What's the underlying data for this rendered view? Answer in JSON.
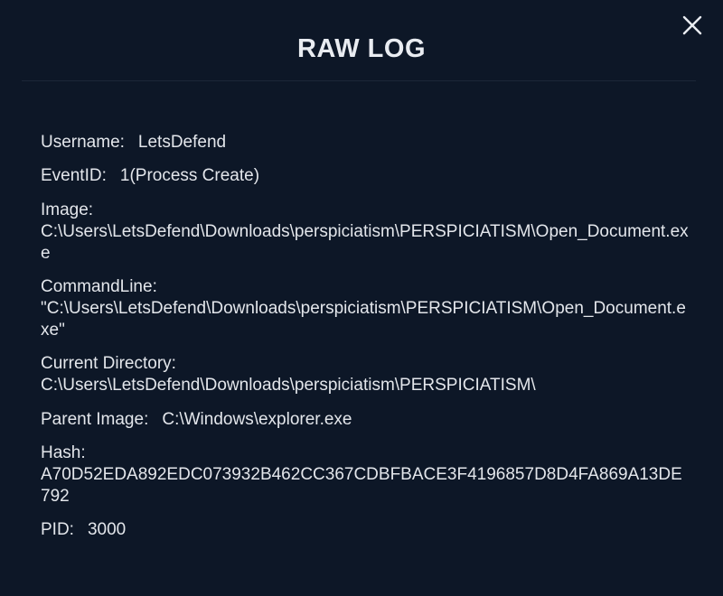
{
  "modal": {
    "title": "RAW LOG",
    "close_icon": "close-icon"
  },
  "log": {
    "username": {
      "label": "Username:",
      "value": "LetsDefend"
    },
    "event_id": {
      "label": "EventID:",
      "value": "1(Process Create)"
    },
    "image": {
      "label": "Image:",
      "value": "C:\\Users\\LetsDefend\\Downloads\\perspiciatism\\PERSPICIATISM\\Open_Document.exe"
    },
    "command_line": {
      "label": "CommandLine:",
      "value": "\"C:\\Users\\LetsDefend\\Downloads\\perspiciatism\\PERSPICIATISM\\Open_Document.exe\""
    },
    "current_directory": {
      "label": "Current Directory:",
      "value": "C:\\Users\\LetsDefend\\Downloads\\perspiciatism\\PERSPICIATISM\\"
    },
    "parent_image": {
      "label": "Parent Image:",
      "value": "C:\\Windows\\explorer.exe"
    },
    "hash": {
      "label": "Hash:",
      "value": "A70D52EDA892EDC073932B462CC367CDBFBACE3F4196857D8D4FA869A13DE792"
    },
    "pid": {
      "label": "PID:",
      "value": "3000"
    }
  },
  "colors": {
    "background": "#0d1727",
    "text": "#e3e6eb"
  }
}
